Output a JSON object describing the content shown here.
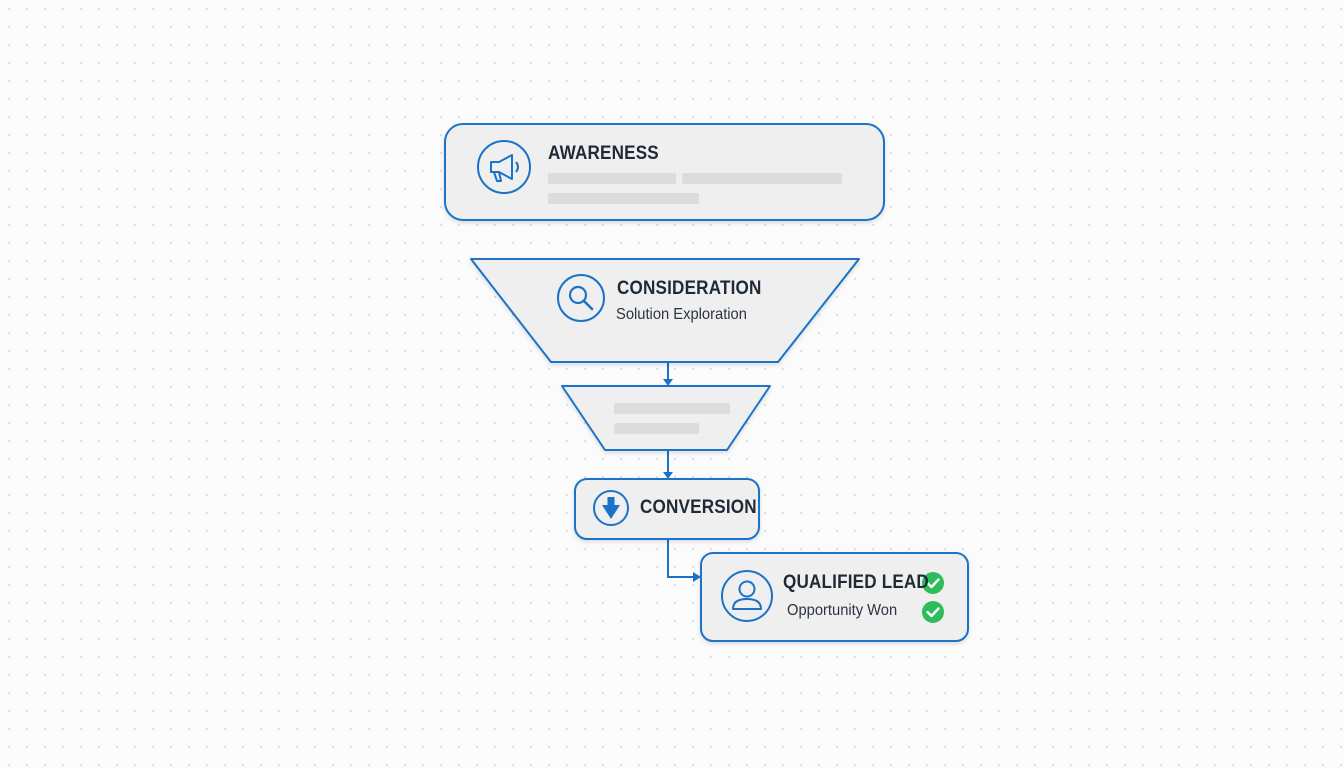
{
  "colors": {
    "accent": "#1a73c8",
    "box_fill": "#efefef",
    "placeholder": "#dcdcdc",
    "check": "#2dbd5a",
    "text": "#1f2a37"
  },
  "stages": {
    "awareness": {
      "title": "AWARENESS",
      "icon": "megaphone-icon"
    },
    "consideration": {
      "title": "CONSIDERATION",
      "subtitle": "Solution Exploration",
      "icon": "search-icon"
    },
    "evaluation": {
      "title": "",
      "icon": ""
    },
    "conversion": {
      "title": "CONVERSION",
      "icon": "arrow-down-icon"
    },
    "qualified_lead": {
      "title": "QUALIFIED LEAD",
      "subtitle": "Opportunity Won",
      "icon": "user-icon",
      "status_icons": [
        "check-icon",
        "check-icon"
      ]
    }
  }
}
